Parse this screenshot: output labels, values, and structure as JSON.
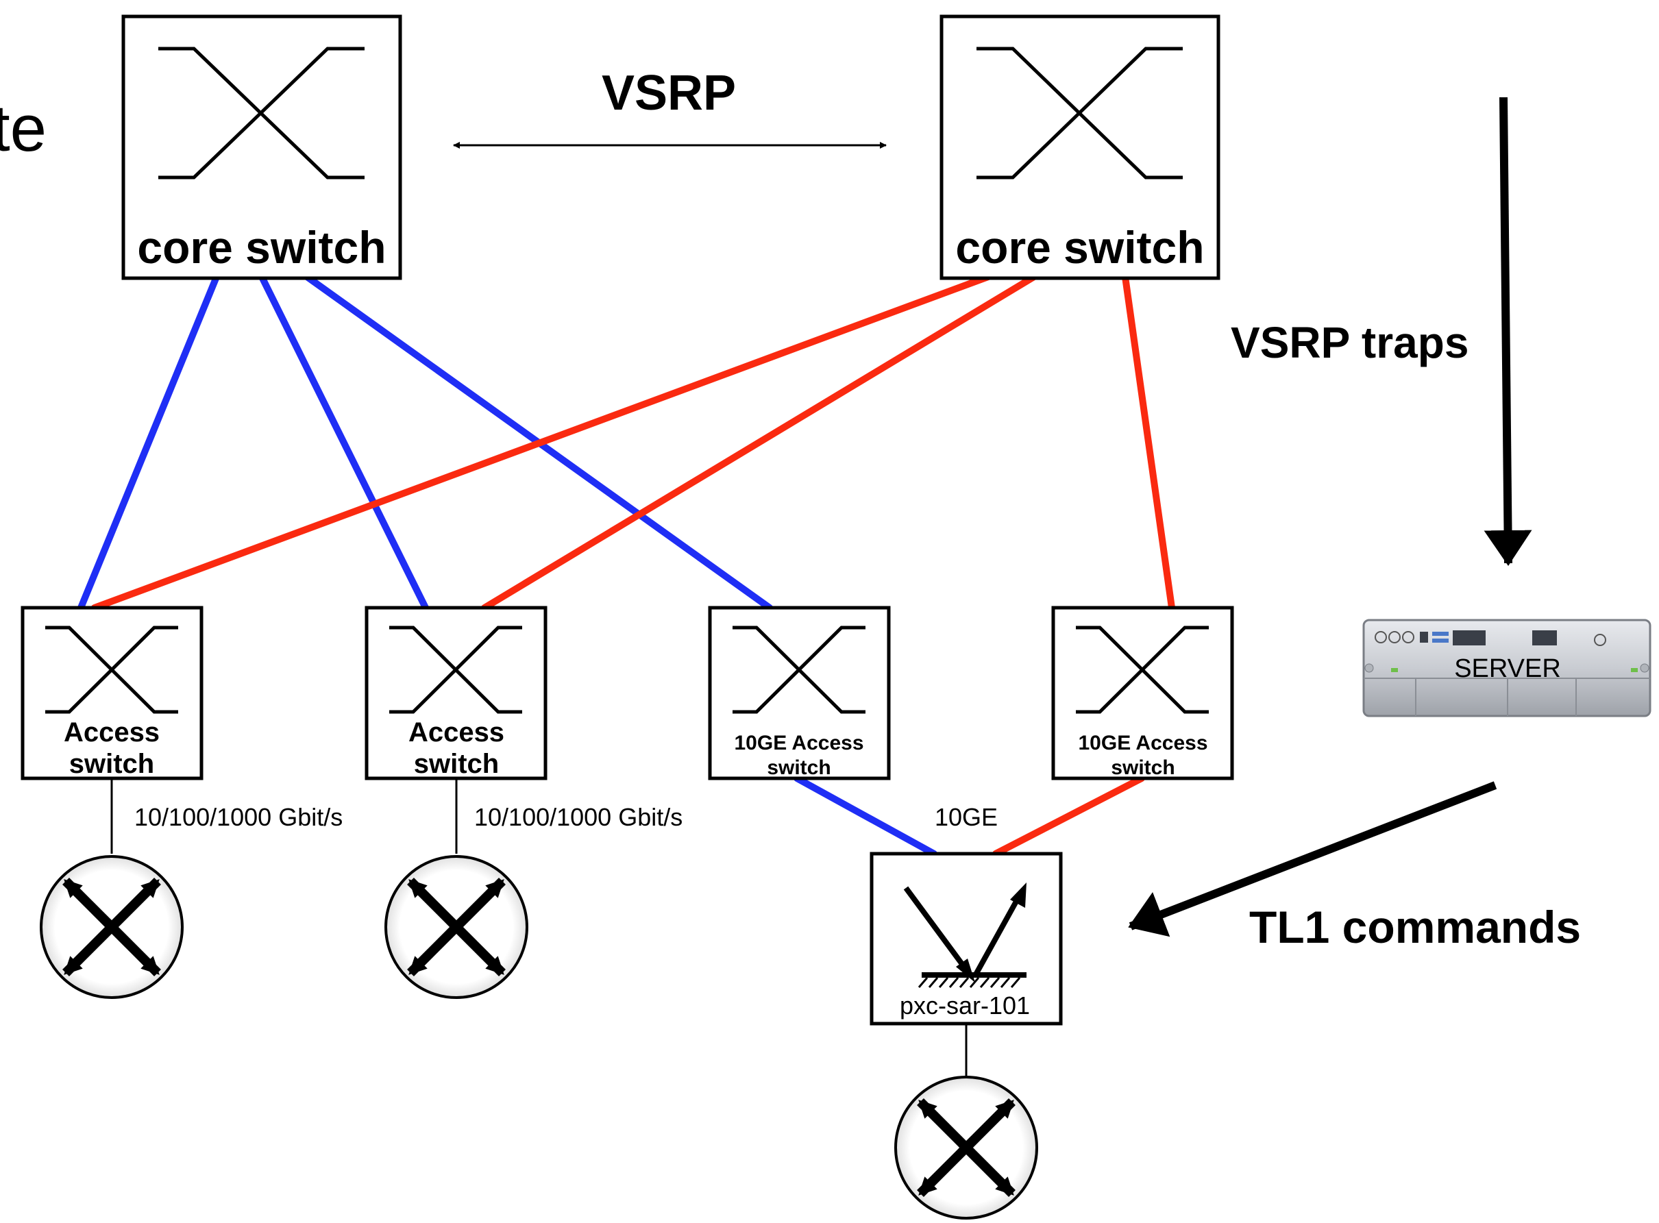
{
  "title_fragment": "te",
  "protocol": {
    "vsrp": "VSRP",
    "vsrp_traps": "VSRP traps",
    "tl1_commands": "TL1 commands"
  },
  "core_switches": [
    {
      "label": "core switch"
    },
    {
      "label": "core switch"
    }
  ],
  "access_switches": [
    {
      "line1": "Access",
      "line2": "switch",
      "link_label": "10/100/1000 Gbit/s"
    },
    {
      "line1": "Access",
      "line2": "switch",
      "link_label": "10/100/1000 Gbit/s"
    },
    {
      "line1": "10GE Access",
      "line2": "switch"
    },
    {
      "line1": "10GE Access",
      "line2": "switch"
    }
  ],
  "link_10ge": "10GE",
  "sar": {
    "label": "pxc-sar-101"
  },
  "server": {
    "label": "SERVER"
  },
  "colors": {
    "primary_links": "#1f2ef5",
    "secondary_links": "#fa2a10",
    "stroke": "#000000"
  },
  "icons": {
    "switch": "crossover-switch-icon",
    "router": "router-icon",
    "sar": "reflect-switch-icon",
    "server": "rack-server-icon"
  }
}
